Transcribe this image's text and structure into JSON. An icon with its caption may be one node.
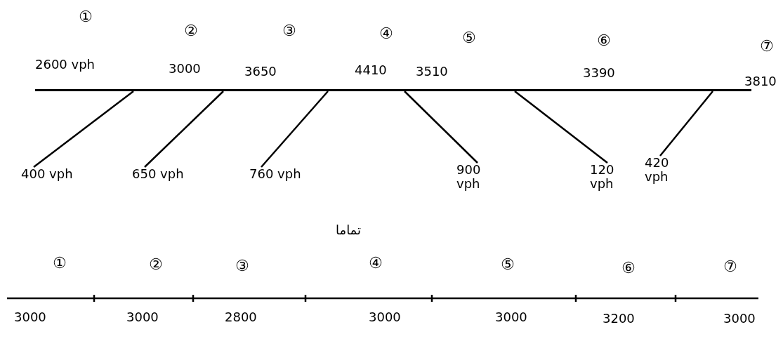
{
  "diagram": {
    "nodes": [
      {
        "text": [],
        "shape": "bar"
      },
      {
        "text": [
          "400 vph"
        ]
      },
      {
        "text": [
          "650 vph"
        ]
      },
      {
        "text": [
          "760 vph"
        ]
      },
      {
        "text": [
          "900 vph"
        ]
      },
      {
        "text": [
          "120 vph"
        ]
      },
      {
        "text": [
          "420 vph"
        ]
      }
    ],
    "edges": [
      {
        "from": 0,
        "to": 1,
        "arrow": "none"
      },
      {
        "from": 0,
        "to": 2,
        "arrow": "none"
      },
      {
        "from": 0,
        "to": 3,
        "arrow": "none"
      },
      {
        "from": 0,
        "to": 4,
        "arrow": "none"
      },
      {
        "from": 0,
        "to": 5,
        "arrow": "none"
      },
      {
        "from": 0,
        "to": 6,
        "arrow": "none"
      }
    ],
    "labels": [
      "①",
      "②",
      "③",
      "④",
      "⑤",
      "⑥",
      "⑦",
      "2600 vph",
      "3000",
      "3650",
      "4410",
      "3510",
      "3390",
      "3810",
      "تماما",
      "①",
      "②",
      "③",
      "④",
      "⑤",
      "⑥",
      "⑦",
      "3000",
      "3000",
      "2800",
      "3000",
      "3000",
      "3200",
      "3000"
    ]
  }
}
